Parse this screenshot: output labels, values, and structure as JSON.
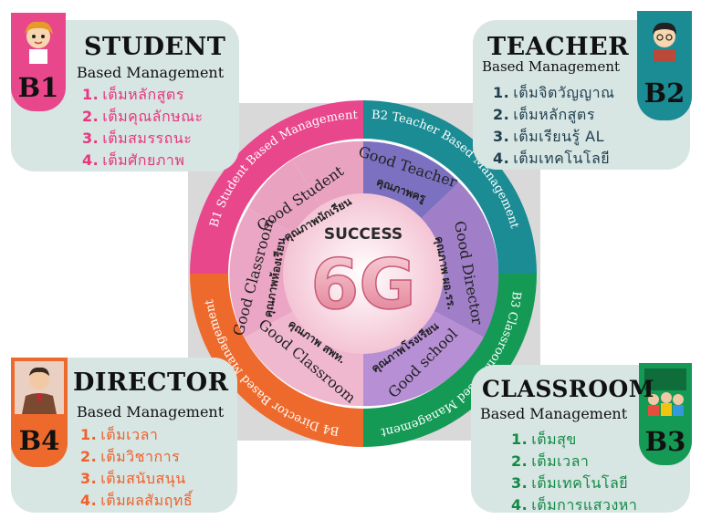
{
  "center": {
    "label": "SUCCESS",
    "big": "6G"
  },
  "ring_outer": [
    "B1 Student Based Management",
    "B2 Teacher Based Management",
    "B3 Classroom Based Management",
    "B4 Director Based Management"
  ],
  "ring_inner": [
    {
      "en": "Good Student",
      "th": "คุณภาพนักเรียน"
    },
    {
      "en": "Good Teacher",
      "th": "คุณภาพครู"
    },
    {
      "en": "Good Director",
      "th": "คุณภาพ ผอ.รร."
    },
    {
      "en": "Good school",
      "th": "คุณภาพโรงเรียน"
    },
    {
      "en": "Good Classroom",
      "th": "คุณภาพ สพท."
    },
    {
      "en": "Good Classroom",
      "th": "คุณภาพห้องเรียน"
    }
  ],
  "cards": {
    "student": {
      "title": "STUDENT",
      "subtitle": "Based Management",
      "tag": "B1",
      "items": [
        "เต็มหลักสูตร",
        "เต็มคุณลักษณะ",
        "เต็มสมรรถนะ",
        "เต็มศักยภาพ"
      ]
    },
    "teacher": {
      "title": "TEACHER",
      "subtitle": "Based Management",
      "tag": "B2",
      "items": [
        "เต็มจิตวัญญาณ",
        "เต็มหลักสูตร",
        "เต็มเรียนรู้ AL",
        "เต็มเทคโนโลยี"
      ]
    },
    "director": {
      "title": "DIRECTOR",
      "subtitle": "Based Management",
      "tag": "B4",
      "items": [
        "เต็มเวลา",
        "เต็มวิชาการ",
        "เต็มสนับสนุน",
        "เต็มผลสัมฤทธิ์"
      ]
    },
    "classroom": {
      "title": "CLASSROOM",
      "subtitle": "Based Management",
      "tag": "B3",
      "items": [
        "เต็มสุข",
        "เต็มเวลา",
        "เต็มเทคโนโลยี",
        "เต็มการแสวงหา"
      ]
    }
  },
  "colors": {
    "card_bg": "#d7e5e3",
    "pink": "#e8478b",
    "teal": "#1b8c94",
    "green": "#149a55",
    "orange": "#ee6a2c",
    "student_text": "#e8357e",
    "teacher_text": "#1f3e4e",
    "director_text": "#f0602a",
    "classroom_text": "#128a45"
  }
}
